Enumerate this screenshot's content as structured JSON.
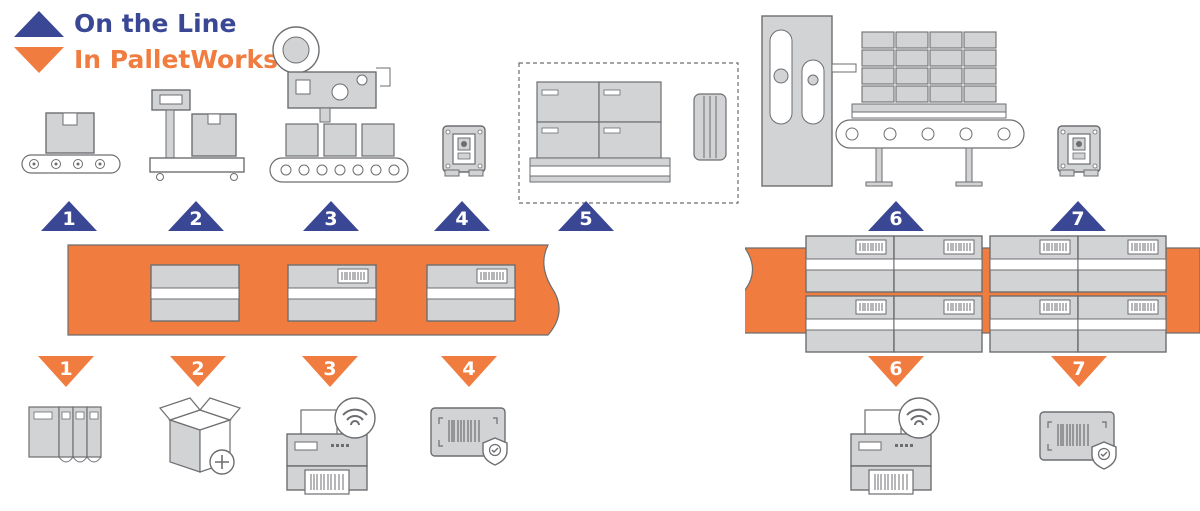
{
  "legend": {
    "on_line": {
      "label": "On the Line",
      "color": "#3a4795"
    },
    "palletworks": {
      "label": "In PalletWorks",
      "color": "#f07c3f"
    }
  },
  "colors": {
    "conveyor": "#f07c3f",
    "equipment_fill": "#d1d3d4",
    "equipment_stroke": "#6d6e71",
    "panel_fill": "#ffffff"
  },
  "on_line_steps": [
    "1",
    "2",
    "3",
    "4",
    "5",
    "6",
    "7"
  ],
  "palletworks_steps": [
    "1",
    "2",
    "3",
    "4",
    "6",
    "7"
  ],
  "icons": [
    "box-on-conveyor-icon",
    "weighing-scale-icon",
    "label-applicator-icon",
    "barcode-scanner-icon",
    "palletized-cases-icon",
    "stretch-film-roll-icon",
    "pallet-labeler-icon",
    "controller-rack-icon",
    "open-box-add-icon",
    "wireless-label-printer-icon",
    "verified-barcode-icon"
  ]
}
